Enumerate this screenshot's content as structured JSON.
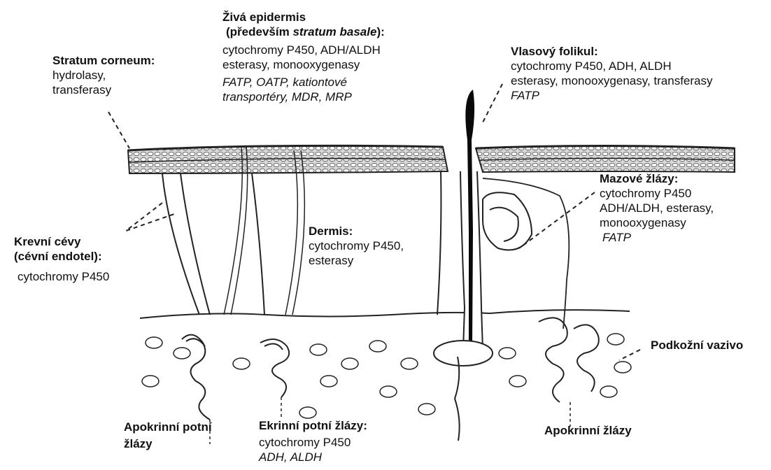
{
  "labels": {
    "stratum_corneum": {
      "title": "Stratum corneum:",
      "lines": [
        "hydrolasy,",
        "transferasy"
      ]
    },
    "ziva_epidermis": {
      "title": "Živá epidermis",
      "subtitle_prefix": "(především ",
      "subtitle_italic": "stratum basale",
      "subtitle_suffix": "):",
      "lines": [
        "cytochromy P450, ADH/ALDH",
        "esterasy, monooxygenasy"
      ],
      "italic_lines": [
        "FATP, OATP, kationtové",
        "transportéry, MDR, MRP"
      ]
    },
    "vlasovy_folikul": {
      "title": "Vlasový folikul:",
      "lines": [
        "cytochromy P450, ADH, ALDH",
        "esterasy, monooxygenasy, transferasy"
      ],
      "italic_lines": [
        "FATP"
      ]
    },
    "mazove_zlazy": {
      "title": "Mazové žlázy:",
      "lines": [
        "cytochromy P450",
        "ADH/ALDH, esterasy,",
        "monooxygenasy"
      ],
      "italic_lines": [
        "FATP"
      ]
    },
    "krevni_cevy": {
      "title_lines": [
        "Krevní cévy",
        "(cévní endotel):"
      ],
      "lines": [
        "cytochromy P450"
      ]
    },
    "dermis": {
      "title": "Dermis:",
      "lines": [
        "cytochromy P450,",
        "esterasy"
      ]
    },
    "podkozni_vazivo": {
      "title": "Podkožní vazivo"
    },
    "apokrinni_potni_zlazy": {
      "title_lines": [
        "Apokrinní potní",
        "žlázy"
      ]
    },
    "ekrinni_potni_zlazy": {
      "title": "Ekrinní potní žlázy:",
      "lines": [
        "cytochromy P450"
      ],
      "italic_lines": [
        "ADH, ALDH"
      ]
    },
    "apokrinni_zlazy": {
      "title": "Apokrinní žlázy"
    }
  }
}
